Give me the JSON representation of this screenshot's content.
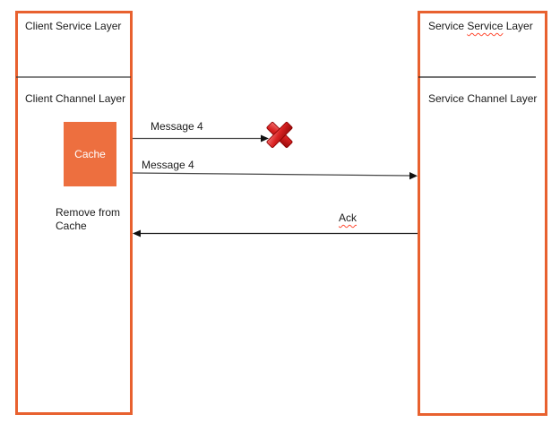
{
  "diagram": {
    "left_column": {
      "service_layer_label": "Client Service Layer",
      "channel_layer_label": "Client Channel Layer",
      "cache_label": "Cache",
      "remove_note": "Remove from Cache"
    },
    "right_column": {
      "service_layer_word1": "Service ",
      "service_layer_word2_misspelled": "Service",
      "service_layer_word3": " Layer",
      "channel_layer_label": "Service Channel Layer"
    },
    "arrows": {
      "message_failed_label": "Message 4",
      "message_retry_label": "Message 4",
      "ack_label": "Ack"
    },
    "icons": {
      "failed_x": "delivery-failed-x"
    },
    "colors": {
      "box_border": "#E8612F",
      "cache_fill": "#ED6F3F",
      "cache_text": "#FFFFFF",
      "failure_x_red": "#C81414",
      "arrow_line": "#454545",
      "arrowhead": "#111111",
      "divider_line": "#333333",
      "spellcheck_underline": "#FF4B33",
      "text": "#1B1B1B",
      "background": "#FFFFFF"
    }
  }
}
